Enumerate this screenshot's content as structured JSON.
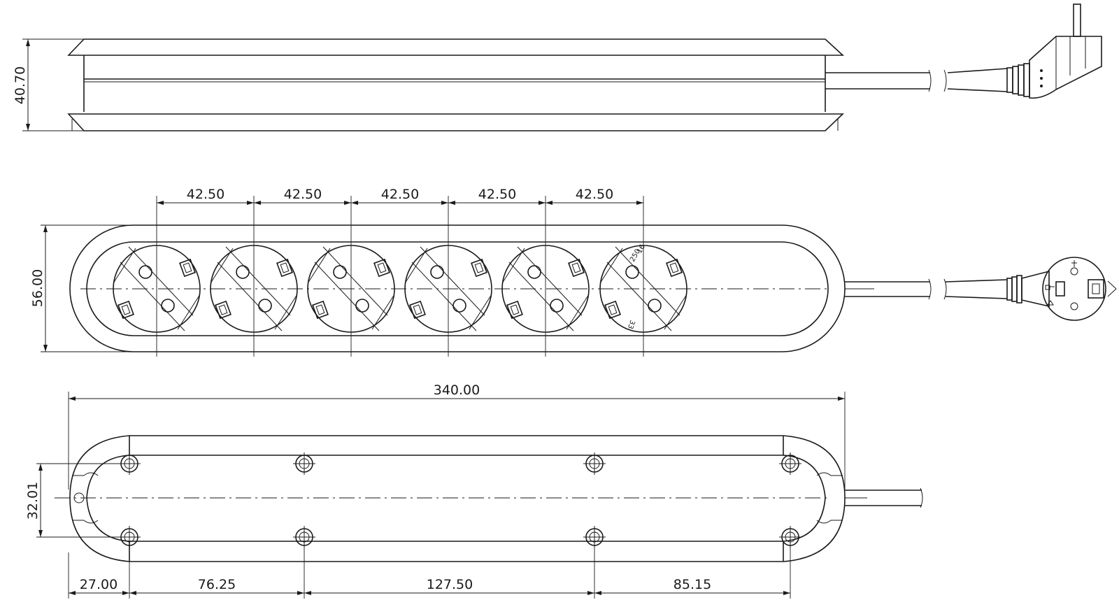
{
  "side_view": {
    "height_label": "40.70"
  },
  "top_view": {
    "socket_pitch_labels": [
      "42.50",
      "42.50",
      "42.50",
      "42.50",
      "42.50"
    ],
    "width_label": "56.00",
    "socket_markings": [
      "16",
      "250",
      "33"
    ]
  },
  "bottom_view": {
    "overall_length_label": "340.00",
    "hole_spacing_label": "32.01",
    "bottom_dimension_labels": [
      "27.00",
      "76.25",
      "127.50",
      "85.15"
    ]
  }
}
